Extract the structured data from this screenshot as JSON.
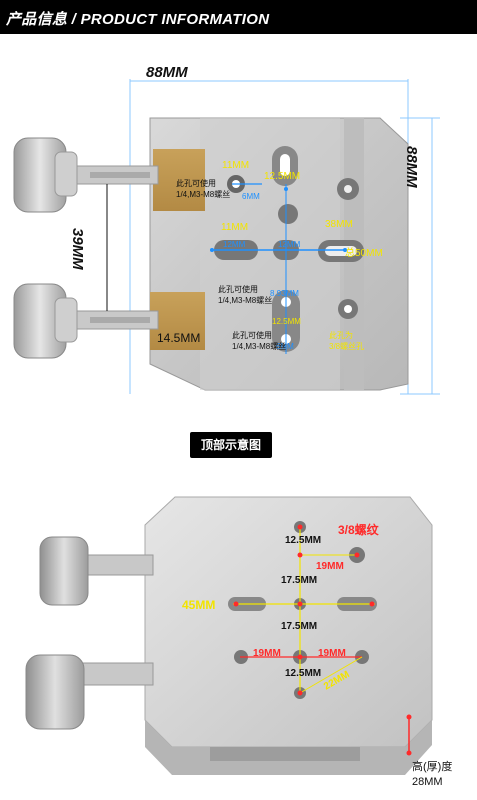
{
  "header": {
    "title": "产品信息 / PRODUCT INFORMATION"
  },
  "top_view": {
    "width_label": "88MM",
    "height_label": "88MM",
    "spacing_label": "39MM",
    "slot_label": "14.5MM",
    "labels": {
      "a_11mm_top": "11MM",
      "a_12_5mm": "12.5MM",
      "a_11mm_left": "11MM",
      "a_38mm": "38MM",
      "a_total_50mm": "总50MM",
      "a_12mm_a": "12MM",
      "a_12mm_b": "12MM",
      "a_8_93mm": "8.93MM",
      "a_12_5mm_b": "12.5MM",
      "a_6mm_a": "6MM",
      "a_6mm_b": "6MM"
    },
    "notes": {
      "note1_line1": "此孔可使用",
      "note1_line2": "1/4,M3-M8螺丝",
      "note2_line1": "此孔可使用",
      "note2_line2": "1/4,M3-M8螺丝",
      "note3_line1": "此孔可使用",
      "note3_line2": "1/4,M3-M8螺丝",
      "note4_line1": "此孔为",
      "note4_line2": "3/8螺丝孔"
    }
  },
  "section_badge": "顶部示意图",
  "bottom_view": {
    "labels": {
      "b_12_5mm_top": "12.5MM",
      "b_3_8": "3/8螺纹",
      "b_19mm_right": "19MM",
      "b_17_5mm_a": "17.5MM",
      "b_45mm": "45MM",
      "b_17_5mm_b": "17.5MM",
      "b_19mm_l": "19MM",
      "b_19mm_r": "19MM",
      "b_12_5mm_bot": "12.5MM",
      "b_22mm": "22MM"
    },
    "height_note_line1": "高(厚)度",
    "height_note_line2": "28MM"
  }
}
